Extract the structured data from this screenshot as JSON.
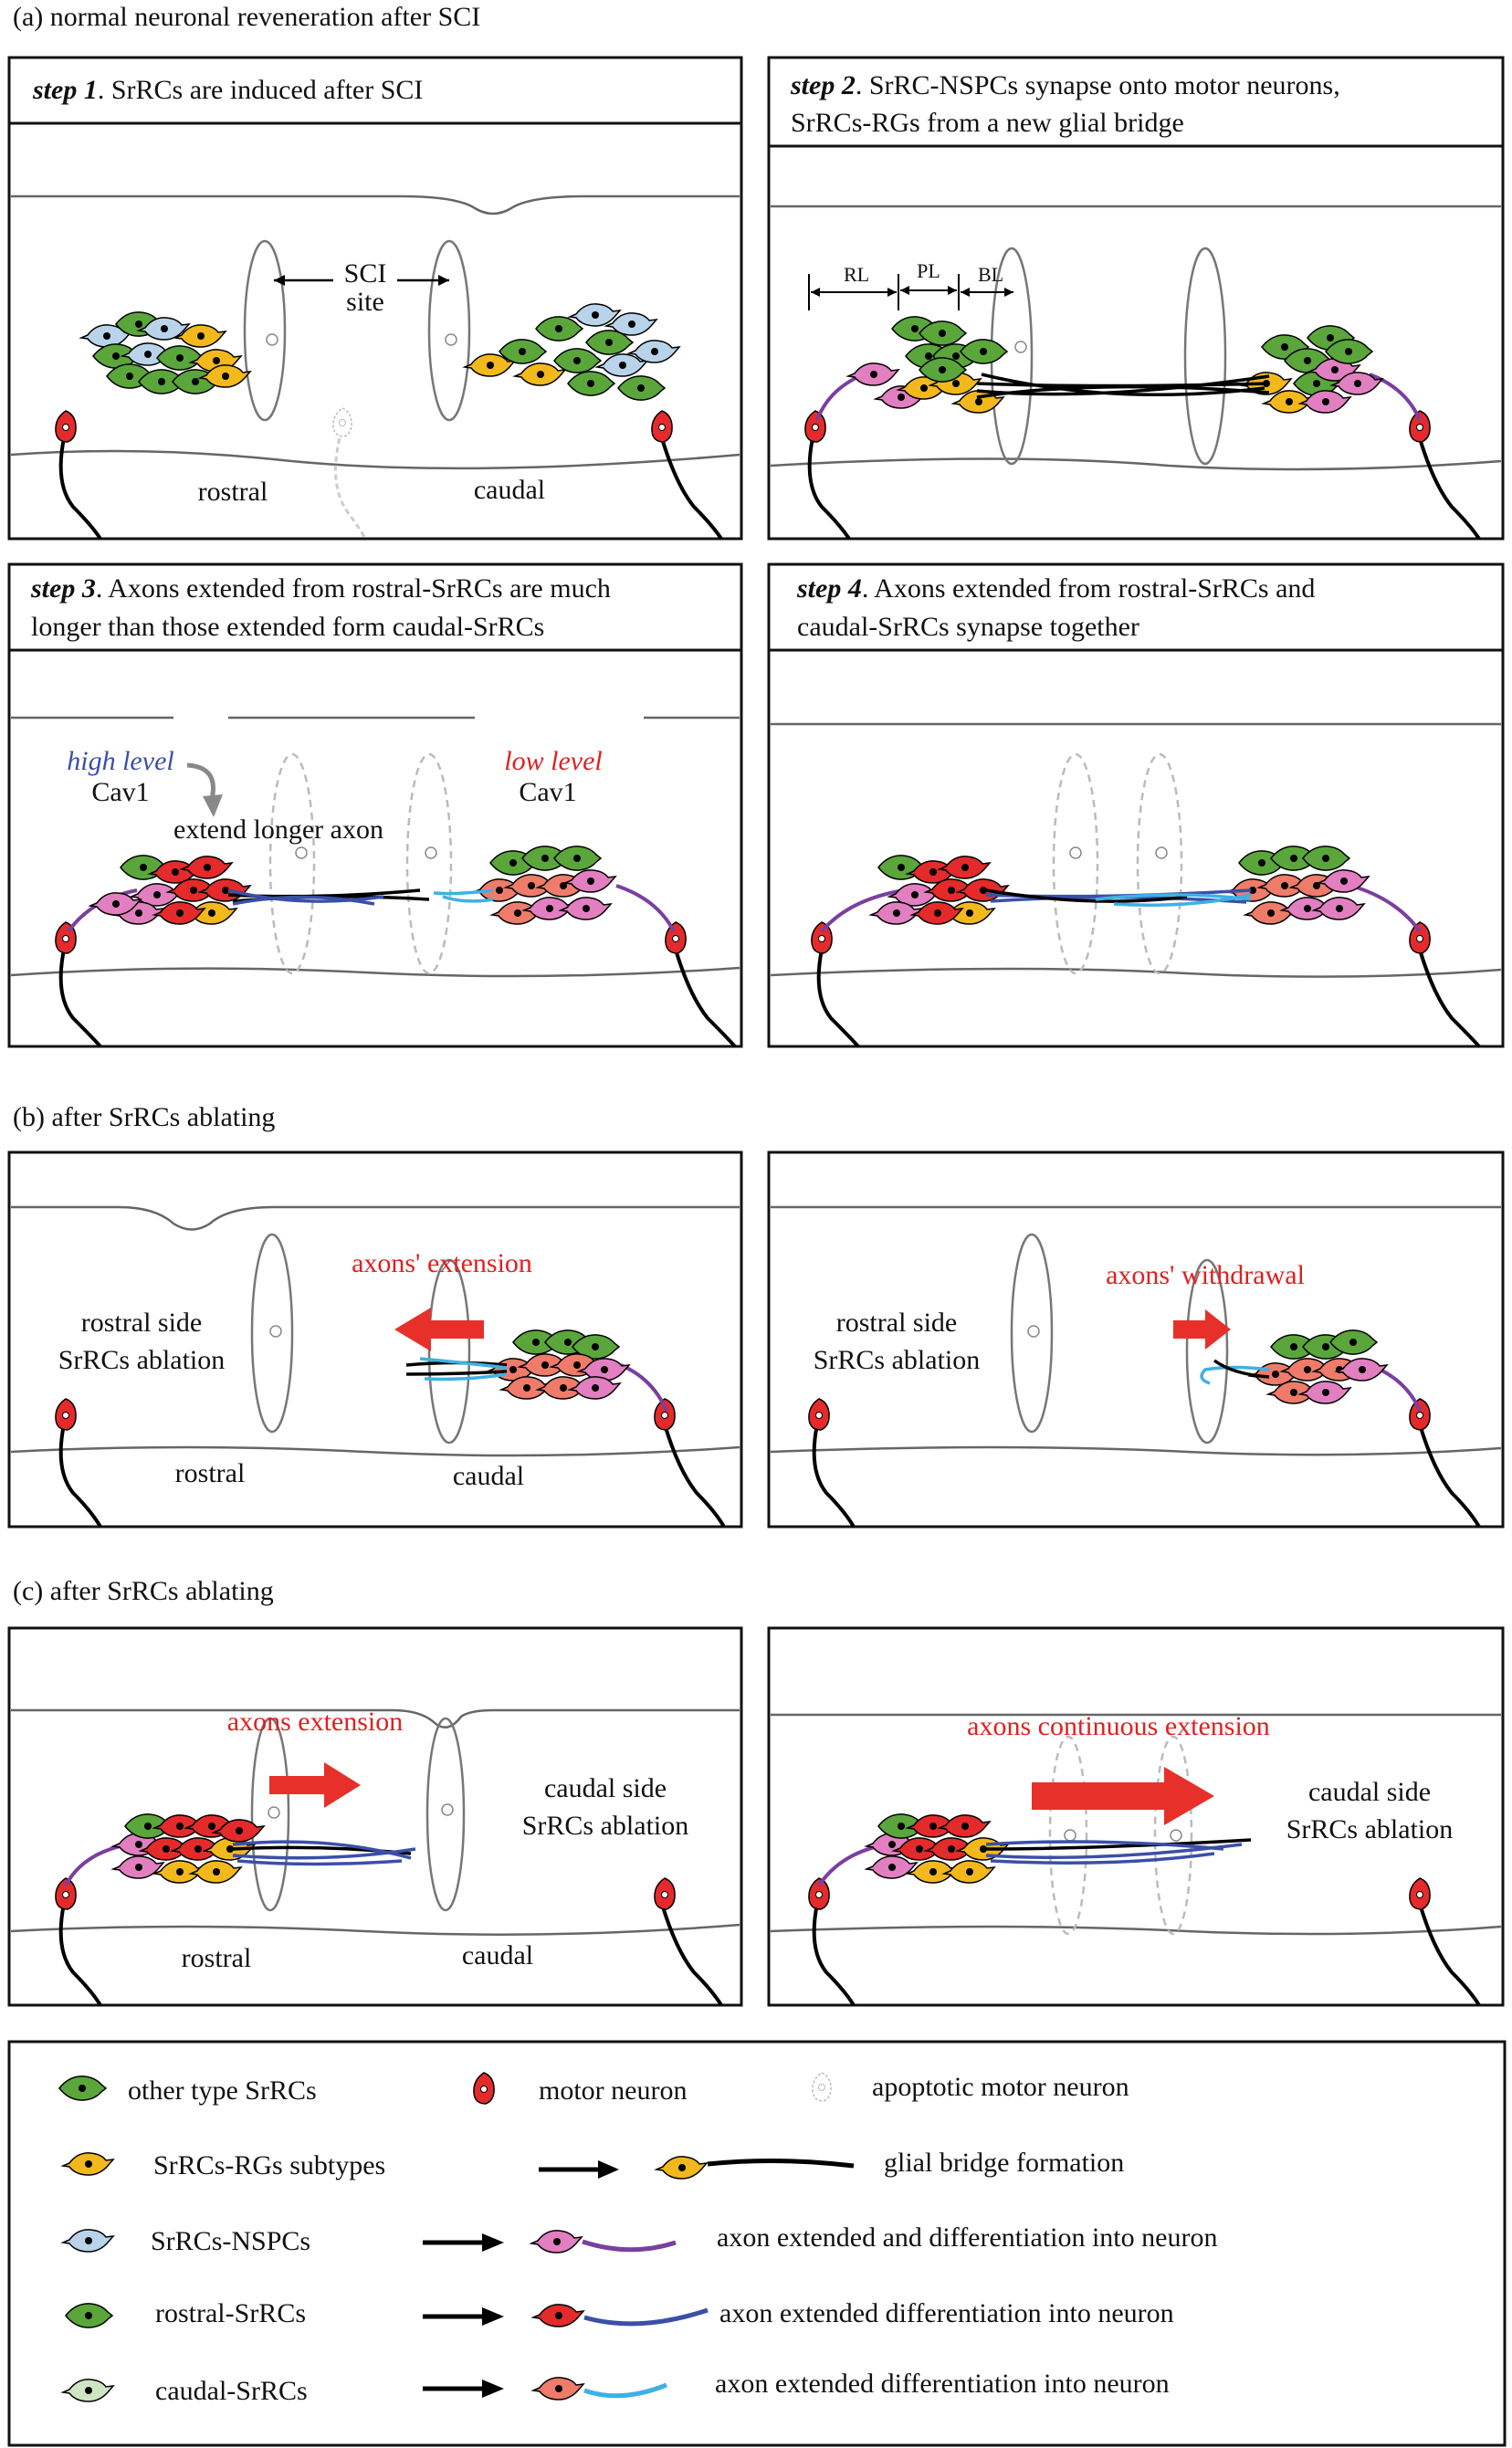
{
  "sections": {
    "a": "(a) normal neuronal reveneration after SCI",
    "b": "(b) after SrRCs ablating",
    "c": "(c) after SrRCs ablating"
  },
  "steps": {
    "s1": {
      "label": "step 1",
      "text": ". SrRCs are induced after SCI"
    },
    "s2": {
      "label": "step 2",
      "text1": ". SrRC-NSPCs synapse onto motor neurons,",
      "text2": "SrRCs-RGs from a new glial bridge"
    },
    "s3": {
      "label": "step 3",
      "text1": ". Axons extended from rostral-SrRCs are much",
      "text2": "longer than those extended form caudal-SrRCs"
    },
    "s4": {
      "label": "step 4",
      "text1": ". Axons extended from rostral-SrRCs and",
      "text2": "caudal-SrRCs synapse together"
    }
  },
  "labels": {
    "sci": "SCI",
    "site": "site",
    "rostral": "rostral",
    "caudal": "caudal",
    "rl": "RL",
    "pl": "PL",
    "bl": "BL",
    "high_level": "high level",
    "low_level": "low level",
    "cav1": "Cav1",
    "extend_longer": "extend longer axon",
    "axons_extension_b": "axons' extension",
    "axons_withdrawal": "axons' withdrawal",
    "rostral_side": "rostral side",
    "srrcs_ablation": "SrRCs ablation",
    "axons_extension_c": "axons extension",
    "axons_continuous": "axons continuous extension",
    "caudal_side": "caudal side"
  },
  "legend": {
    "other": "other type SrRCs",
    "motor": "motor neuron",
    "apoptotic": "apoptotic motor neuron",
    "rgs": "SrRCs-RGs subtypes",
    "glial": "glial bridge formation",
    "nspcs": "SrRCs-NSPCs",
    "axon_diff": "axon extended and differentiation into neuron",
    "rostral": "rostral-SrRCs",
    "axon_diff2": "axon extended differentiation into neuron",
    "caudal": "caudal-SrRCs",
    "axon_diff3": "axon extended differentiation into neuron"
  },
  "colors": {
    "green": "#5aa63a",
    "yellow": "#f2b81c",
    "lightblue": "#b9d3ea",
    "pink": "#e27fc0",
    "red": "#e42a2a",
    "salmon": "#ef7b6a",
    "lightgreen": "#cfe6c2",
    "purple": "#7a3f9f",
    "axonblue": "#3b4fa8",
    "cyan": "#3fb0e3",
    "arrowred": "#e8302a"
  }
}
